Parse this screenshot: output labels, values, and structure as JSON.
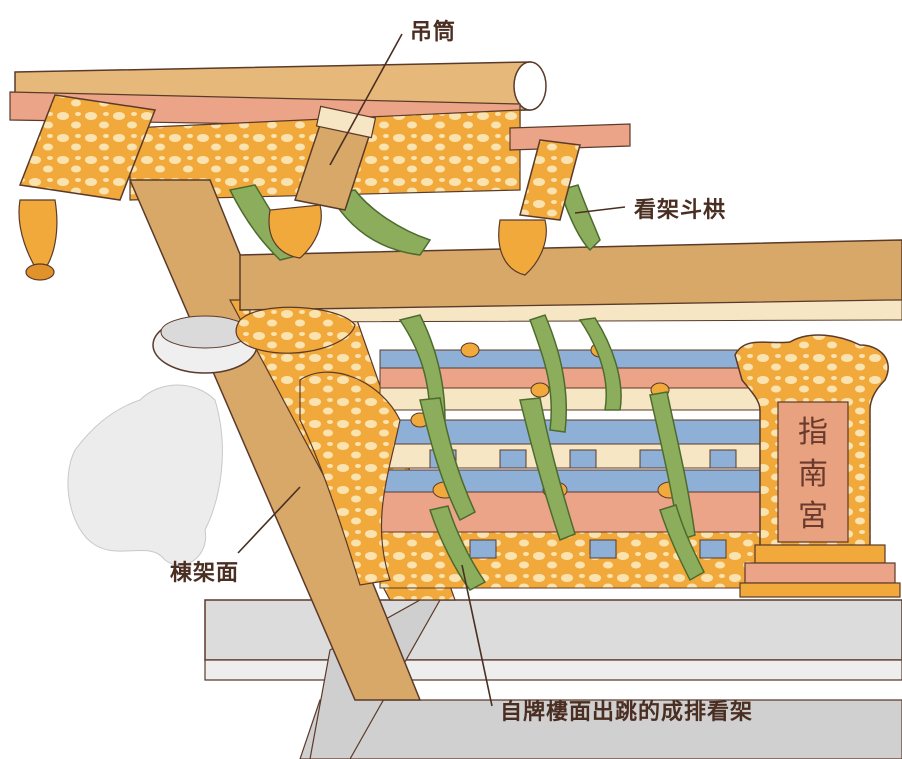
{
  "labels": {
    "diao_tong": "吊筒",
    "kan_jia_dou_gong": "看架斗栱",
    "dong_jia_mian": "棟架面",
    "row_of_kanjia": "自牌樓面出跳的成排看架"
  },
  "plaque": {
    "chars": [
      "指",
      "南",
      "宮"
    ]
  },
  "colors": {
    "wood": "#d7a868",
    "wood_dark": "#b9874a",
    "gold": "#f2a93b",
    "gold_light": "#f7c56a",
    "green": "#8cae5c",
    "blue": "#8fb0d6",
    "pink": "#eca488",
    "cream": "#f6e6c4",
    "grey": "#d8d8d8",
    "outline": "#5a3a2a"
  }
}
